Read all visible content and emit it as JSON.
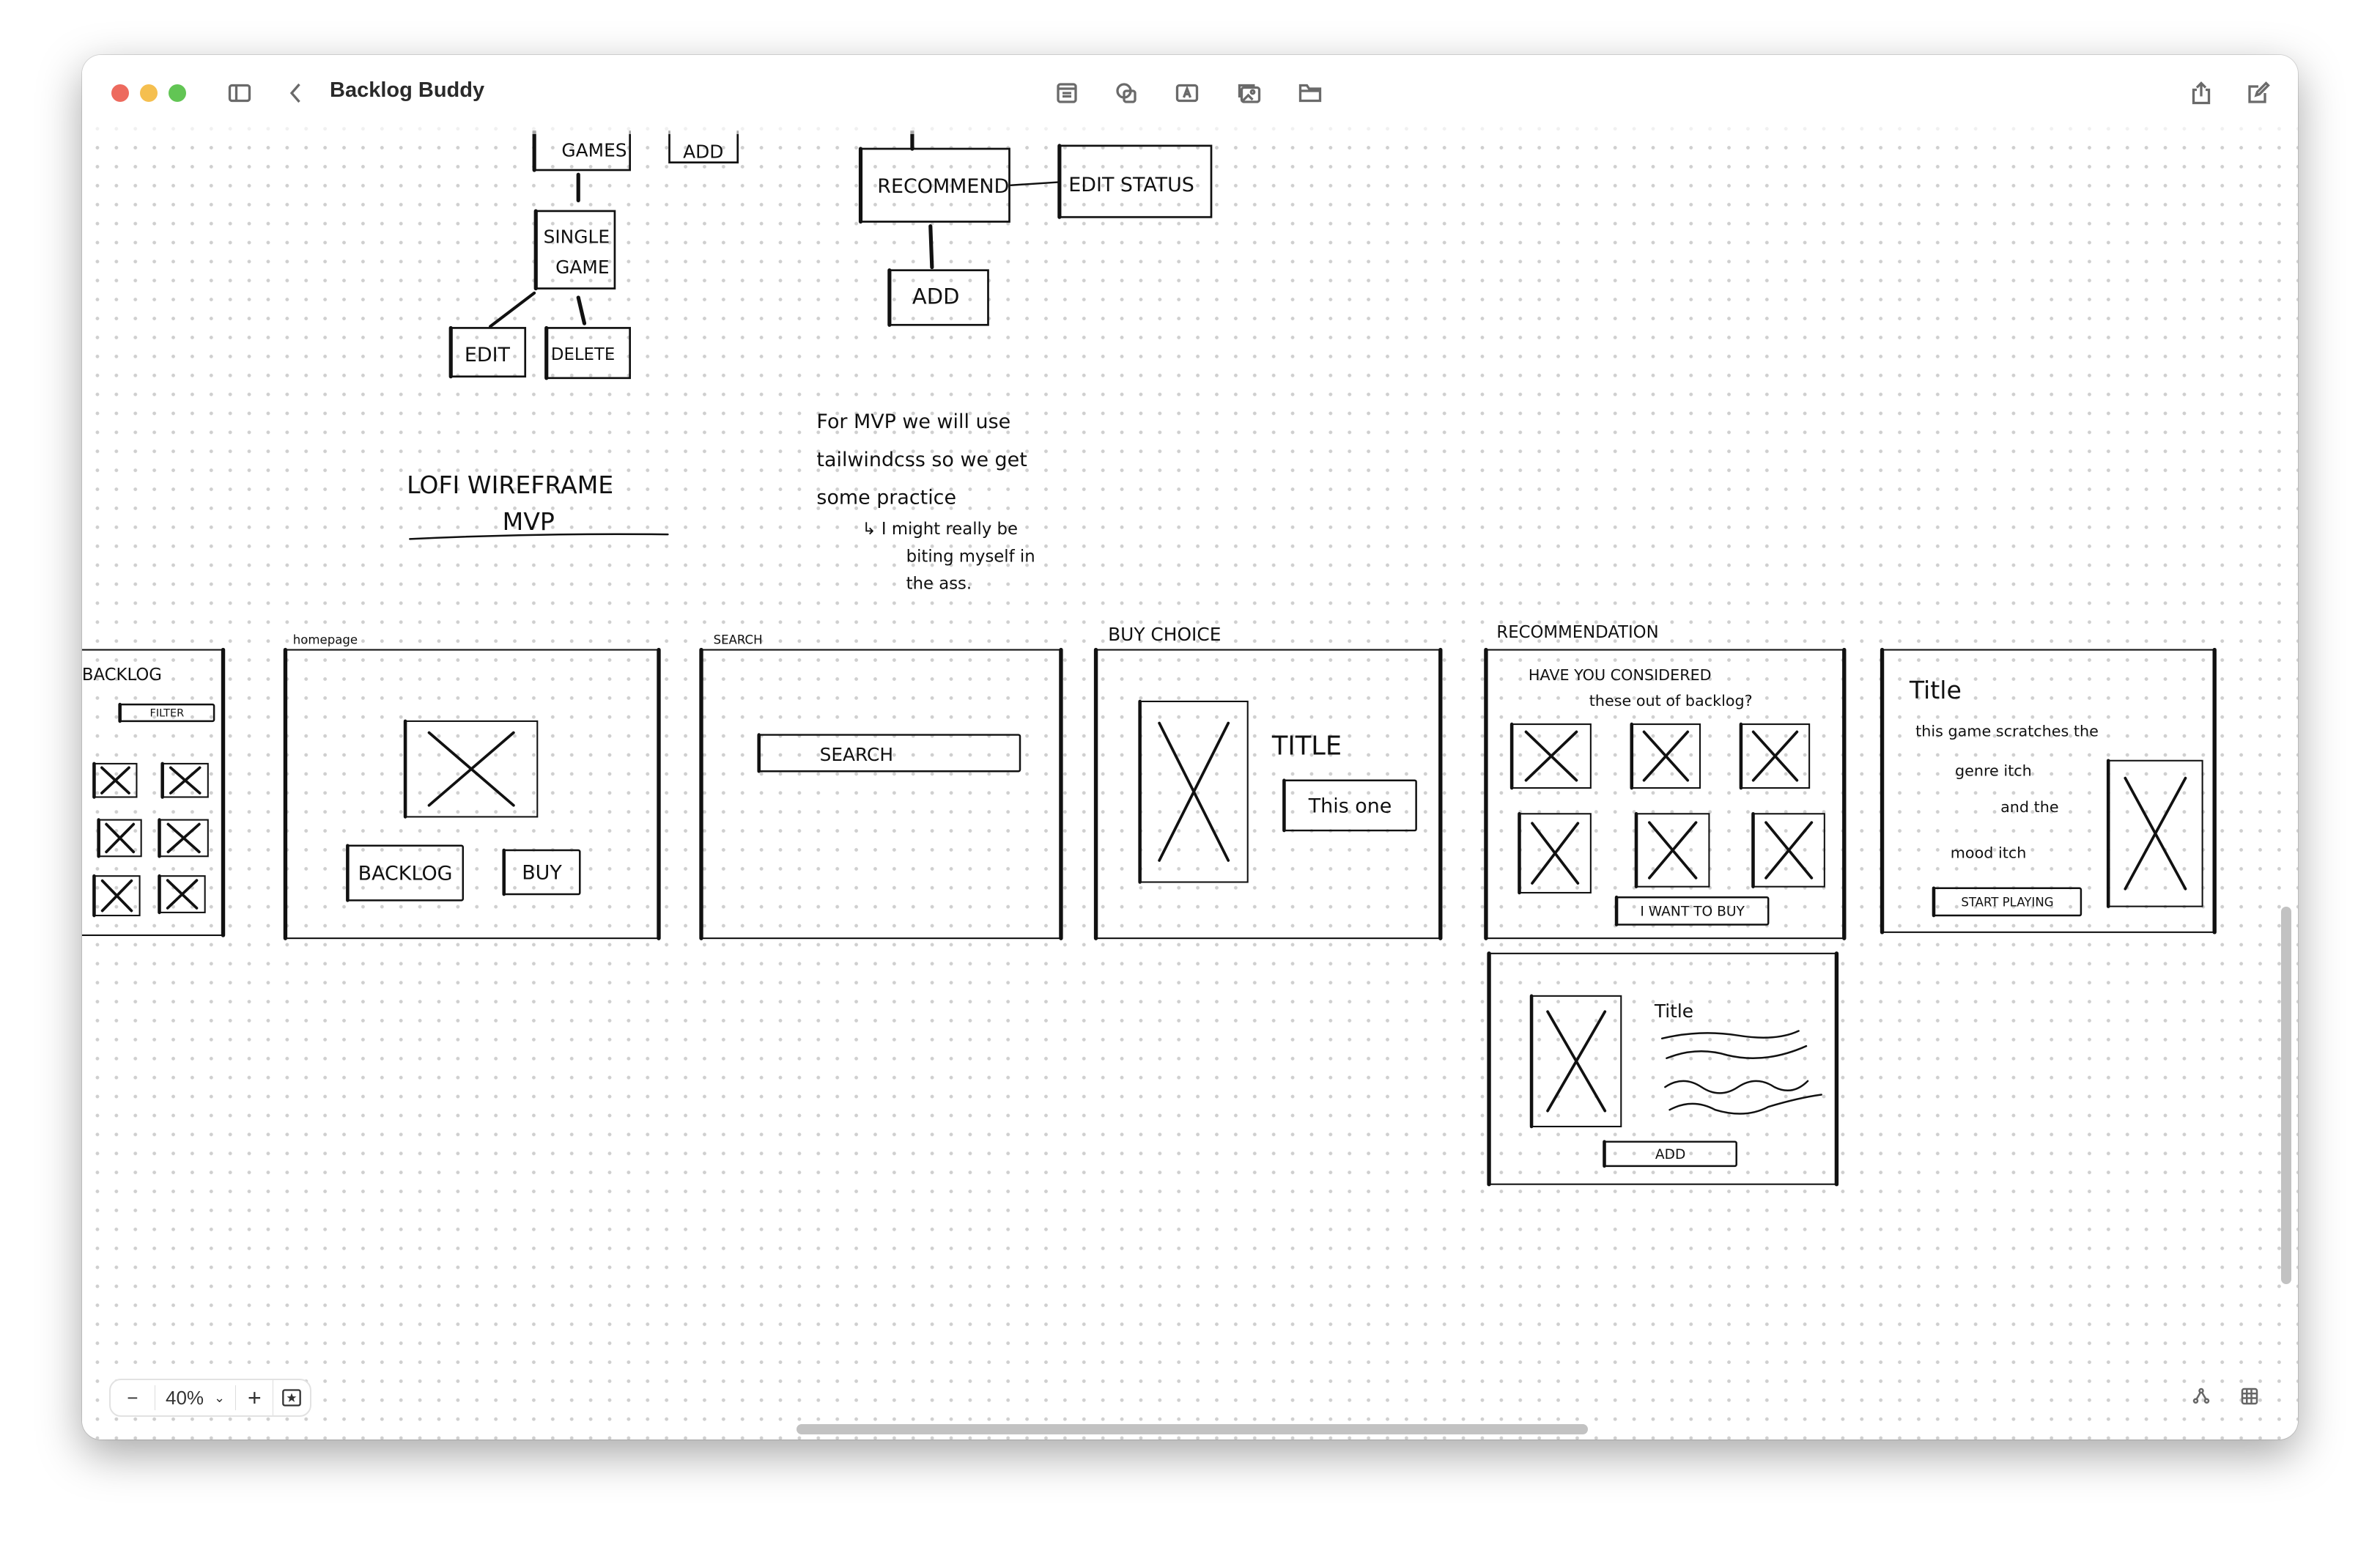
{
  "window": {
    "title": "Backlog Buddy"
  },
  "toolbar": {
    "icons": [
      "sidebar-icon",
      "back-chevron-icon",
      "note-icon",
      "shapes-icon",
      "text-box-icon",
      "media-icon",
      "folder-icon",
      "share-icon",
      "compose-icon"
    ]
  },
  "board": {
    "sitemap": {
      "games": "GAMES",
      "add_top": "ADD",
      "single_game": [
        "SINGLE",
        "GAME"
      ],
      "edit": "EDIT",
      "delete": "DELETE",
      "recommend": "RECOMMEND",
      "edit_status": "EDIT STATUS",
      "add": "ADD"
    },
    "heading": {
      "line1": "LOFI WIREFRAME",
      "line2": "MVP"
    },
    "note": {
      "lines": [
        "For MVP we will use",
        "tailwindcss so we get",
        "some practice"
      ],
      "sub_lines": [
        "↳ I might really be",
        "biting myself in",
        "the ass."
      ]
    },
    "frames": {
      "backlog": {
        "label": "BACKLOG",
        "filter": "FILTER"
      },
      "homepage": {
        "label": "homepage",
        "backlog_button": "BACKLOG",
        "buy_button": "BUY"
      },
      "search": {
        "label": "SEARCH",
        "search_box": "SEARCH"
      },
      "buy_choice": {
        "label": "BUY CHOICE",
        "title": "TITLE",
        "button": "This one"
      },
      "recommendation": {
        "label": "RECOMMENDATION",
        "line1": "HAVE YOU CONSIDERED",
        "line2": "these out of backlog?",
        "button": "I WANT TO BUY"
      },
      "detail": {
        "title": "Title",
        "lines": [
          "this game scratches the",
          "genre itch",
          "and the",
          "mood itch"
        ],
        "button": "START PLAYING"
      },
      "buy_detail": {
        "title": "Title",
        "button": "ADD"
      }
    }
  },
  "zoom": {
    "value": "40%",
    "minus": "−",
    "plus": "+"
  },
  "colors": {
    "close": "#ed6a5e",
    "minimize": "#f5bf4f",
    "maximize": "#62c554",
    "ink": "#111111"
  }
}
